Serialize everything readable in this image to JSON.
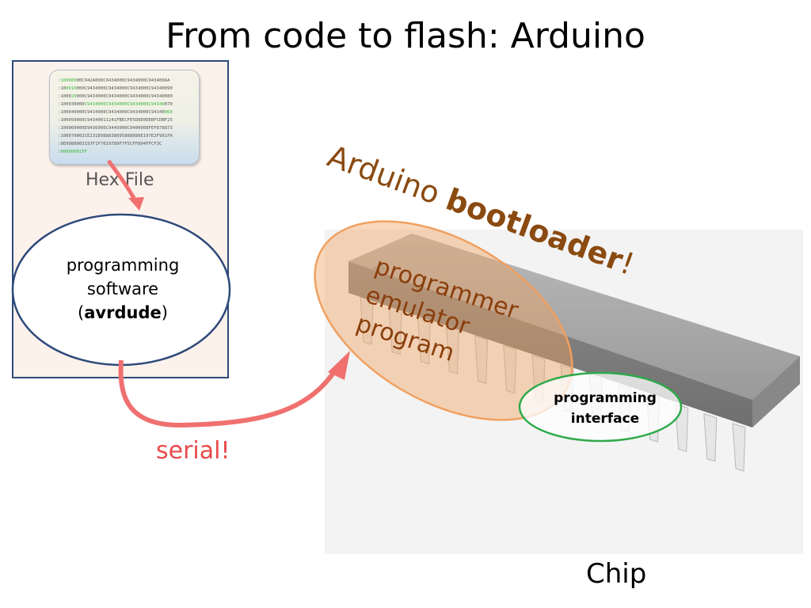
{
  "title": "From code to flash: Arduino",
  "hex_file": {
    "label": "Hex File",
    "lines": [
      [
        ":",
        "100000",
        "00C942A000C9434000C9434000C943400AA",
        ""
      ],
      [
        ":10",
        "0010",
        "000C9434000C9434000C9434000C94340090",
        ""
      ],
      [
        ":1000",
        "20",
        "000C9434000C9434000C9434000C94340080",
        ""
      ],
      [
        ":100030000",
        "C9434000C9434000C9434000C94340",
        "070",
        ""
      ],
      [
        ":100040000C9434000C9434000C9434000C94340",
        "060",
        "",
        ""
      ],
      [
        ":100050000C94340011241FBECFE5D8E0DEBFCDBF25",
        "",
        "",
        ""
      ],
      [
        ":100060000E9436000C9445000C9400008FEF878873",
        "",
        "",
        ""
      ],
      [
        ":100070002CE231E088838095888880E197E2F901FA",
        "",
        "",
        ""
      ],
      [
        ":0E0080003197F1F70197D9F7F5CFF894FFCF3C",
        "",
        "",
        ""
      ],
      [
        ":",
        "00000001FF",
        "",
        ""
      ]
    ]
  },
  "programming_software": {
    "line1": "programming",
    "line2": "software",
    "open_paren": "(",
    "name": "avrdude",
    "close_paren": ")"
  },
  "bootloader_label": {
    "prefix": "Arduino ",
    "bold": "bootloader",
    "suffix": "!"
  },
  "emulator_text": "programmer\nemulator\nprogram",
  "interface_text": {
    "line1": "programming",
    "line2": "interface"
  },
  "serial_label": "serial!",
  "chip_label": "Chip",
  "colors": {
    "panel_border": "#2e4a7a",
    "panel_fill": "#fdf1ec",
    "arrow": "#f07070",
    "bootloader_text": "#8a4a10",
    "emulator_ellipse": "#f0a060",
    "interface_ellipse": "#2eaa4a",
    "serial_text": "#e84a4a"
  }
}
